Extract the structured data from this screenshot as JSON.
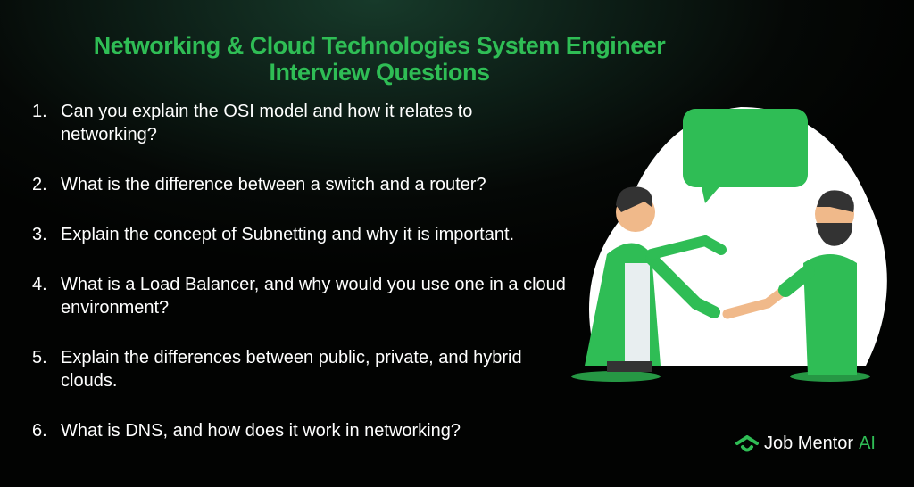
{
  "title": "Networking & Cloud Technologies System Engineer Interview Questions",
  "questions": [
    {
      "num": "1.",
      "text": "Can you explain the OSI model and how it relates to networking?"
    },
    {
      "num": "2.",
      "text": "What is the difference between a switch and a router?"
    },
    {
      "num": "3.",
      "text": "Explain the concept of Subnetting and why it is important."
    },
    {
      "num": "4.",
      "text": "What is a Load Balancer, and why would you use one in a cloud environment?"
    },
    {
      "num": "5.",
      "text": "Explain the differences between public, private, and hybrid clouds."
    },
    {
      "num": "6.",
      "text": "What is DNS, and how does it work in networking?"
    }
  ],
  "brand": {
    "name": "Job Mentor",
    "suffix": "AI"
  },
  "colors": {
    "accent": "#2fbd55",
    "background": "#050806"
  }
}
